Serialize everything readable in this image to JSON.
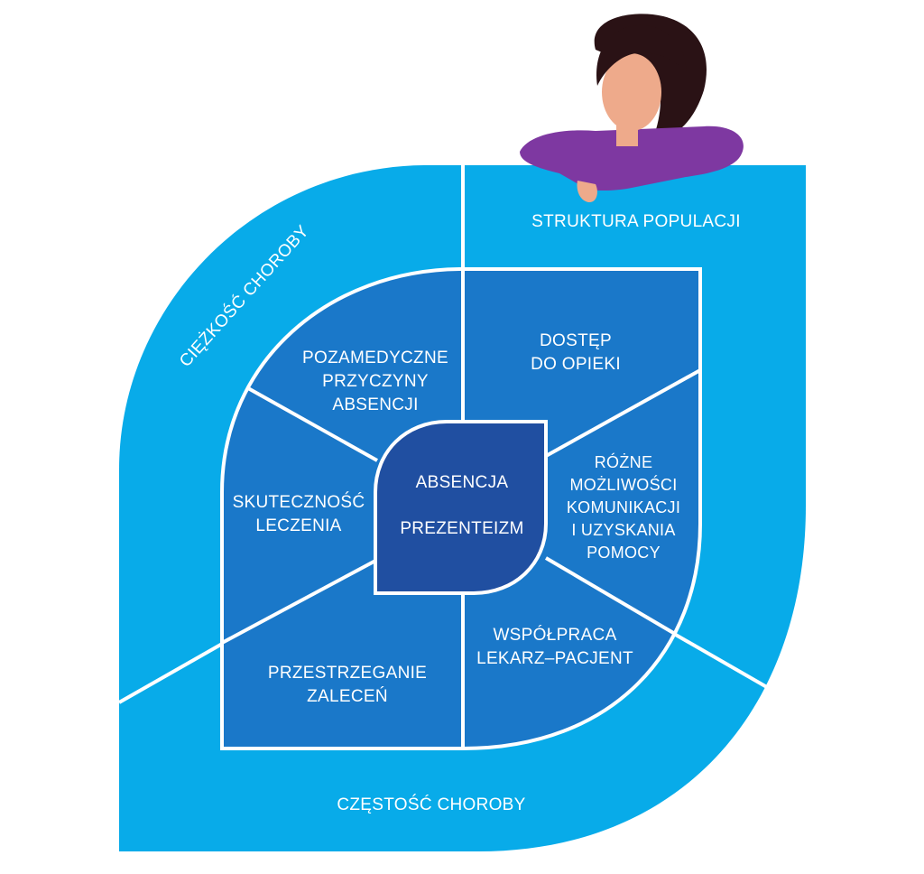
{
  "colors": {
    "outer": "#08abe9",
    "inner": "#1a78c9",
    "center": "#204fa1",
    "stroke": "#ffffff",
    "hair": "#2a1215",
    "skin": "#eeaa8b",
    "shirt": "#7e38a1"
  },
  "outer": {
    "population": "STRUKTURA POPULACJI",
    "severity": "CIĘŻKOŚĆ CHOROBY",
    "frequency": "CZĘSTOŚĆ CHOROBY"
  },
  "segments": {
    "non_medical": [
      "POZAMEDYCZNE",
      "PRZYCZYNY",
      "ABSENCJI"
    ],
    "access": [
      "DOSTĘP",
      "DO OPIEKI"
    ],
    "communication": [
      "RÓŻNE",
      "MOŻLIWOŚCI",
      "KOMUNIKACJI",
      "I UZYSKANIA",
      "POMOCY"
    ],
    "cooperation": [
      "WSPÓŁPRACA",
      "LEKARZ–PACJENT"
    ],
    "adherence": [
      "PRZESTRZEGANIE",
      "ZALECEŃ"
    ],
    "effectiveness": [
      "SKUTECZNOŚĆ",
      "LECZENIA"
    ]
  },
  "center": {
    "line1": "ABSENCJA",
    "line2": "PREZENTEIZM"
  },
  "figure": {
    "icon": "person-leaning-icon"
  }
}
